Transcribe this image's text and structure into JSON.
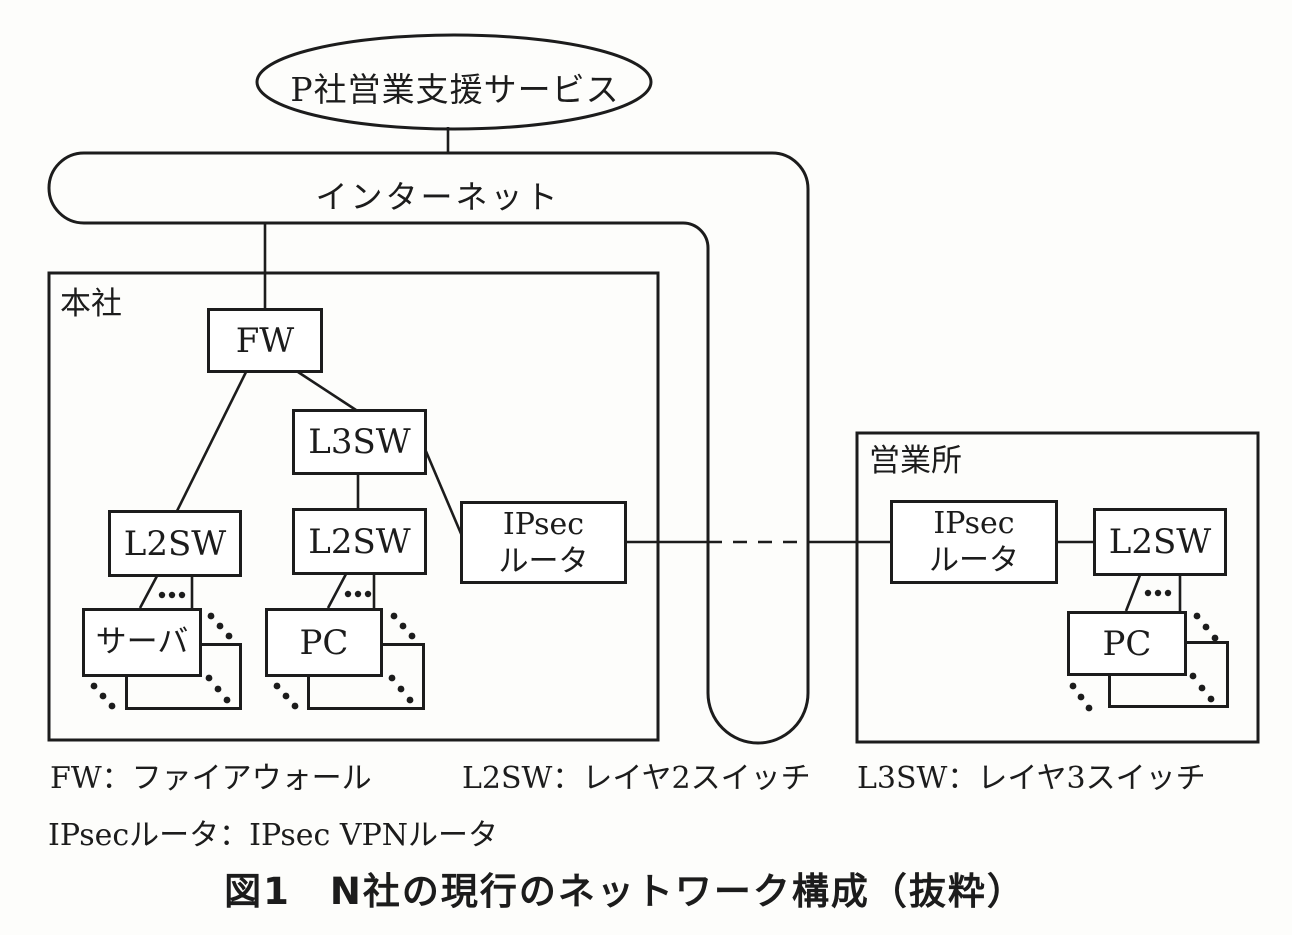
{
  "diagram": {
    "caption": "図1　N社の現行のネットワーク構成（抜粋）",
    "cloud": {
      "label": "P社営業支援サービス"
    },
    "internet": {
      "label": "インターネット"
    },
    "hq": {
      "label": "本社",
      "fw": "FW",
      "l3sw": "L3SW",
      "l2sw_left": "L2SW",
      "l2sw_mid": "L2SW",
      "ipsec_line1": "IPsec",
      "ipsec_line2": "ルータ",
      "server": "サーバ",
      "pc": "PC"
    },
    "branch": {
      "label": "営業所",
      "ipsec_line1": "IPsec",
      "ipsec_line2": "ルータ",
      "l2sw": "L2SW",
      "pc": "PC"
    },
    "legend": {
      "fw": "FW：ファイアウォール",
      "l2sw": "L2SW：レイヤ2スイッチ",
      "l3sw": "L3SW：レイヤ3スイッチ",
      "ipsec": "IPsecルータ：IPsec VPNルータ"
    },
    "colors": {
      "ink": "#1c1c1c",
      "paper": "#fdfdfb"
    }
  }
}
